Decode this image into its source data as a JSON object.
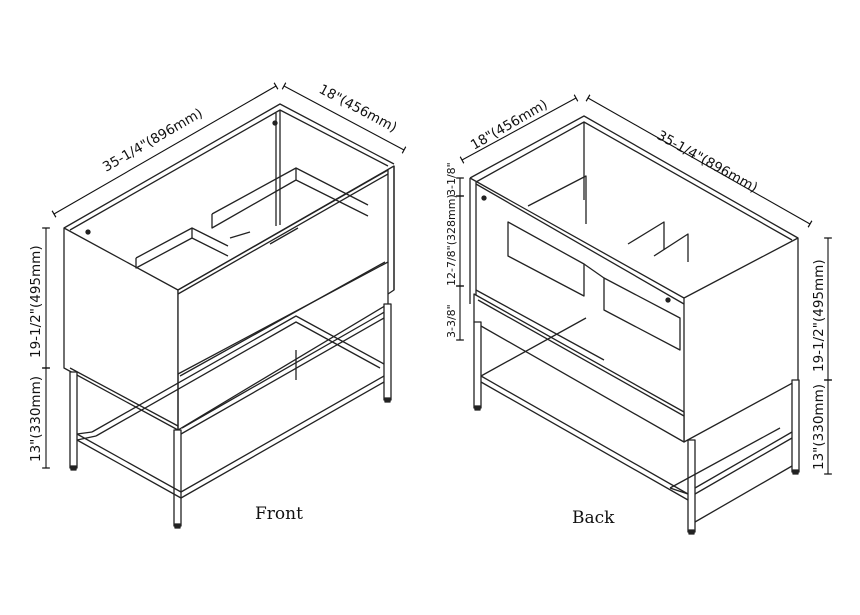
{
  "front": {
    "caption": "Front",
    "width_label": "35-1/4\"(896mm)",
    "depth_label": "18\"(456mm)",
    "body_height_label": "19-1/2\"(495mm)",
    "leg_height_label": "13\"(330mm)"
  },
  "back": {
    "caption": "Back",
    "depth_label": "18\"(456mm)",
    "width_label": "35-1/4\"(896mm)",
    "top_rail_label": "3-1/8\"",
    "opening_label": "12-7/8\"(328mm)",
    "bottom_rail_label": "3-3/8\"",
    "body_height_label": "19-1/2\"(495mm)",
    "leg_height_label": "13\"(330mm)"
  }
}
